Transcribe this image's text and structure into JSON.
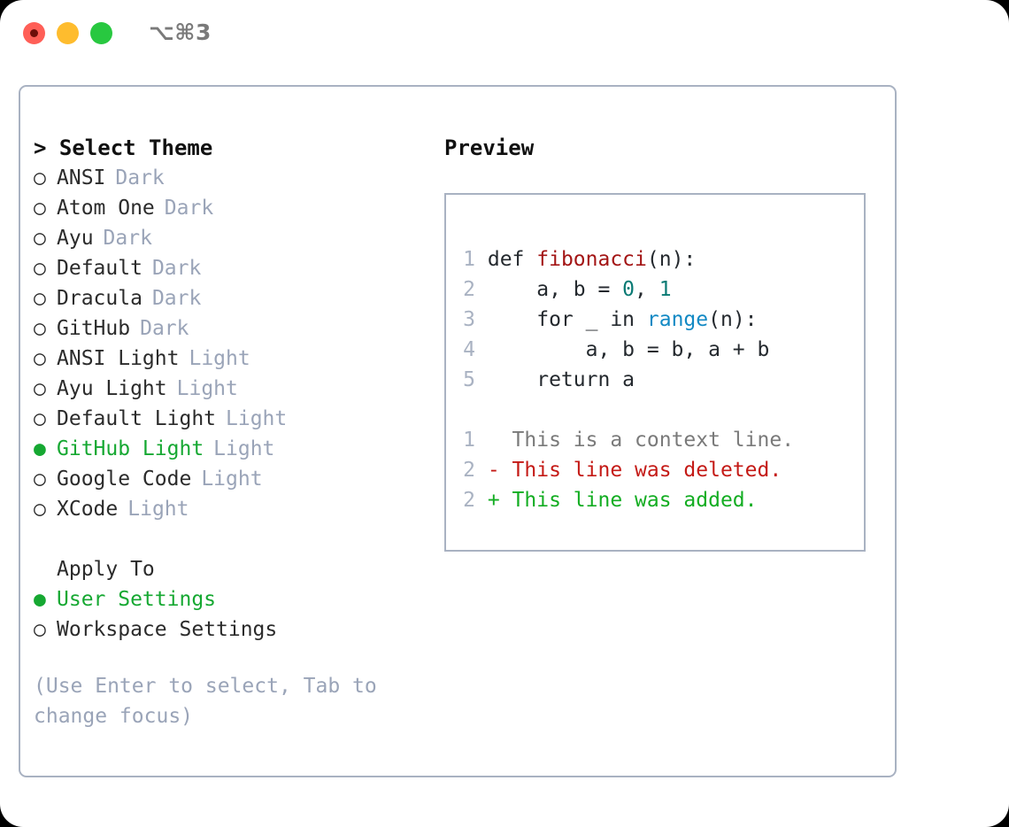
{
  "titlebar": {
    "shortcut": "⌥⌘3",
    "lights": [
      {
        "name": "close-button",
        "color": "#ff5f57"
      },
      {
        "name": "minimize-button",
        "color": "#febc2e"
      },
      {
        "name": "maximize-button",
        "color": "#28c840"
      }
    ]
  },
  "accent": {
    "green": "#16a832",
    "muted": "#9aa4b8",
    "border": "#a9b2c2"
  },
  "left": {
    "heading": "> Select Theme",
    "themes": [
      {
        "marker": "○",
        "name": "ANSI",
        "variant": "Dark",
        "selected": false
      },
      {
        "marker": "○",
        "name": "Atom One",
        "variant": "Dark",
        "selected": false
      },
      {
        "marker": "○",
        "name": "Ayu",
        "variant": "Dark",
        "selected": false
      },
      {
        "marker": "○",
        "name": "Default",
        "variant": "Dark",
        "selected": false
      },
      {
        "marker": "○",
        "name": "Dracula",
        "variant": "Dark",
        "selected": false
      },
      {
        "marker": "○",
        "name": "GitHub",
        "variant": "Dark",
        "selected": false
      },
      {
        "marker": "○",
        "name": "ANSI Light",
        "variant": "Light",
        "selected": false
      },
      {
        "marker": "○",
        "name": "Ayu Light",
        "variant": "Light",
        "selected": false
      },
      {
        "marker": "○",
        "name": "Default Light",
        "variant": "Light",
        "selected": false
      },
      {
        "marker": "●",
        "name": "GitHub Light",
        "variant": "Light",
        "selected": true
      },
      {
        "marker": "○",
        "name": "Google Code",
        "variant": "Light",
        "selected": false
      },
      {
        "marker": "○",
        "name": "XCode",
        "variant": "Light",
        "selected": false
      }
    ],
    "apply_to_label": "Apply To",
    "apply_to_options": [
      {
        "marker": "●",
        "name": "User Settings",
        "selected": true
      },
      {
        "marker": "○",
        "name": "Workspace Settings",
        "selected": false
      }
    ],
    "hint": "(Use Enter to select, Tab to change focus)"
  },
  "right": {
    "title": "Preview",
    "code_lines": [
      {
        "no": "1",
        "tokens": [
          {
            "t": " def ",
            "c": "plain"
          },
          {
            "t": "fibonacci",
            "c": "func"
          },
          {
            "t": "(n):",
            "c": "plain"
          }
        ]
      },
      {
        "no": "2",
        "tokens": [
          {
            "t": "     a, b = ",
            "c": "plain"
          },
          {
            "t": "0",
            "c": "num"
          },
          {
            "t": ", ",
            "c": "plain"
          },
          {
            "t": "1",
            "c": "num"
          }
        ]
      },
      {
        "no": "3",
        "tokens": [
          {
            "t": "     for _ in ",
            "c": "plain"
          },
          {
            "t": "range",
            "c": "call"
          },
          {
            "t": "(n):",
            "c": "plain"
          }
        ]
      },
      {
        "no": "4",
        "tokens": [
          {
            "t": "         a, b = b, a + b",
            "c": "plain"
          }
        ]
      },
      {
        "no": "5",
        "tokens": [
          {
            "t": "     return a",
            "c": "plain"
          }
        ]
      }
    ],
    "diff_lines": [
      {
        "no": "1",
        "sign": "  ",
        "text": " This is a context line.",
        "kind": "ctx"
      },
      {
        "no": "2",
        "sign": " -",
        "text": " This line was deleted.",
        "kind": "del"
      },
      {
        "no": "2",
        "sign": " +",
        "text": " This line was added.",
        "kind": "add"
      }
    ]
  }
}
